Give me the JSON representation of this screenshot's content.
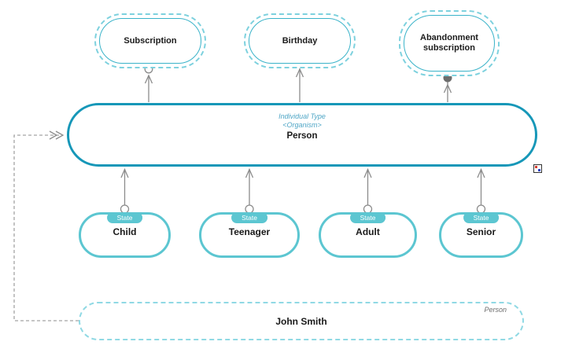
{
  "person": {
    "stereotype": "Individual Type",
    "classifier": "<Organism>",
    "label": "Person"
  },
  "events": [
    {
      "label": "Subscription"
    },
    {
      "label": "Birthday"
    },
    {
      "label": "Abandonment subscription"
    }
  ],
  "states": [
    {
      "badge": "State",
      "label": "Child"
    },
    {
      "badge": "State",
      "label": "Teenager"
    },
    {
      "badge": "State",
      "label": "Adult"
    },
    {
      "badge": "State",
      "label": "Senior"
    }
  ],
  "instance": {
    "label": "John Smith",
    "type": "Person"
  },
  "colors": {
    "person_border": "#1697b8",
    "state_teal": "#5cc6d1",
    "event_border": "#3ab3c9",
    "event_dashed": "#7dd1de",
    "instance_dashed": "#90d9e4",
    "connector_gray": "#8c8c8c",
    "stereotype_text": "#4fa6c6"
  }
}
